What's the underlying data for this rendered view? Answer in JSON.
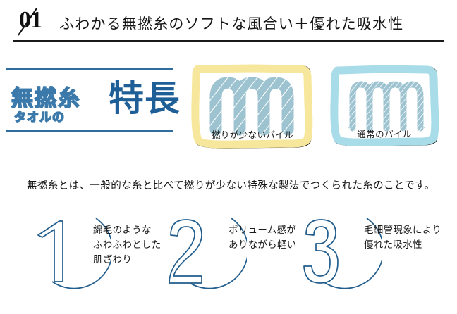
{
  "header": {
    "number": "01",
    "title": "ふわかる無撚糸のソフトな風合い＋優れた吸水性"
  },
  "feature_heading": {
    "outline_word": "無撚糸",
    "sub_word": "タオルの",
    "main_word": "特長"
  },
  "cards": [
    {
      "id": "soft-pile",
      "caption": "撚りが少ないパイル",
      "frame_color": "#f7e79c",
      "yarn_color": "#9dc3d0",
      "loop_count": 3,
      "style": "thick-loose-twist"
    },
    {
      "id": "normal-pile",
      "caption": "通常のパイル",
      "frame_color": "#a8dce8",
      "yarn_color": "#9dc3d0",
      "loop_count": 3,
      "style": "thin-tight-twist"
    }
  ],
  "description": "無撚糸とは、一般的な糸と比べて撚りが少ない特殊な製法でつくられた糸のことです。",
  "features": [
    {
      "number": "1",
      "lines": [
        "綿毛のような",
        "ふわふわとした",
        "肌ざわり"
      ]
    },
    {
      "number": "2",
      "lines": [
        "ボリューム感が",
        "ありながら軽い"
      ]
    },
    {
      "number": "3",
      "lines": [
        "毛細管現象により",
        "優れた吸水性"
      ]
    }
  ],
  "colors": {
    "rule_blue": "#2f6d9e",
    "heading_blue": "#1f5f97",
    "accent_outline": "#3b79ab",
    "yarn_blue": "#9dc3d0",
    "frame_yellow": "#f7e79c",
    "frame_blue": "#a8dce8",
    "ink": "#1a1a1a",
    "numeral_blue": "#215d8d"
  }
}
